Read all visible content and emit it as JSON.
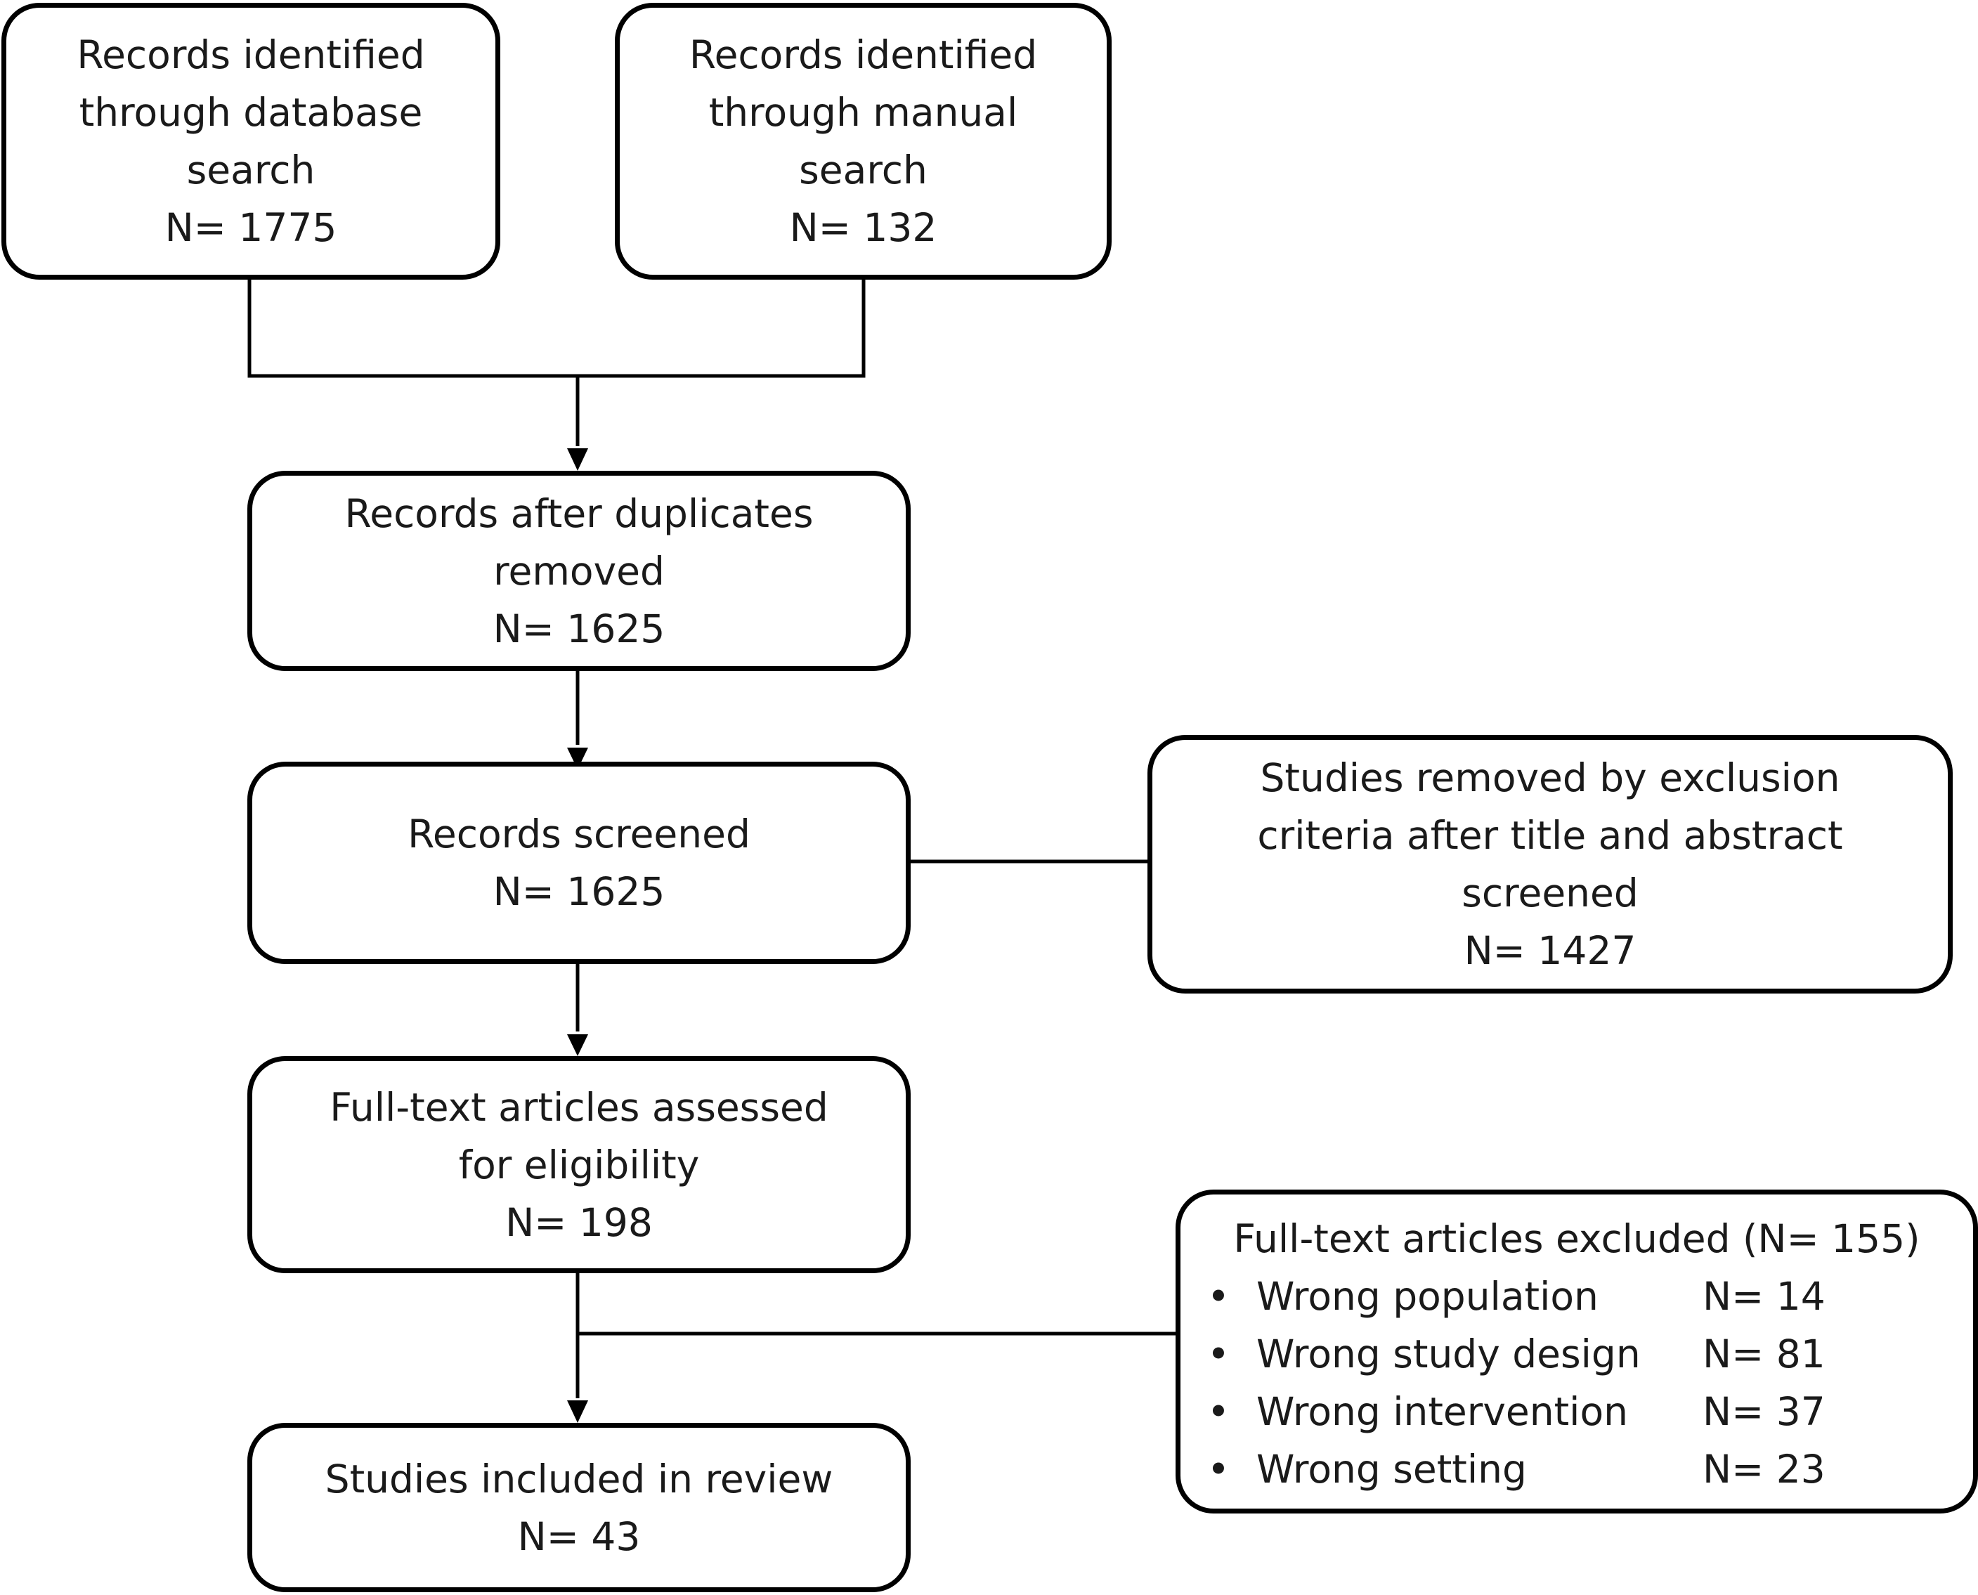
{
  "colors": {
    "stroke": "#000000",
    "text": "#1a1a1a",
    "background": "#ffffff"
  },
  "boxes": {
    "database_search": {
      "lines": [
        "Records identified",
        "through database",
        "search"
      ],
      "n": "N= 1775"
    },
    "manual_search": {
      "lines": [
        "Records identified",
        "through manual",
        "search"
      ],
      "n": "N= 132"
    },
    "after_duplicates": {
      "lines": [
        "Records after duplicates",
        "removed"
      ],
      "n": "N= 1625"
    },
    "screened": {
      "lines": [
        "Records screened"
      ],
      "n": "N= 1625"
    },
    "excluded_title_abstract": {
      "lines": [
        "Studies removed by exclusion",
        "criteria after title  and abstract",
        "screened"
      ],
      "n": "N= 1427"
    },
    "fulltext_assessed": {
      "lines": [
        "Full-text articles assessed",
        "for eligibility"
      ],
      "n": "N= 198"
    },
    "included": {
      "lines": [
        "Studies included  in review"
      ],
      "n": "N= 43"
    },
    "fulltext_excluded": {
      "title": "Full-text articles excluded (N= 155)",
      "bullet": "•",
      "reasons": [
        {
          "label": "Wrong population",
          "n": "N= 14"
        },
        {
          "label": "Wrong study design",
          "n": "N= 81"
        },
        {
          "label": "Wrong intervention",
          "n": "N= 37"
        },
        {
          "label": "Wrong setting",
          "n": "N= 23"
        }
      ]
    }
  }
}
